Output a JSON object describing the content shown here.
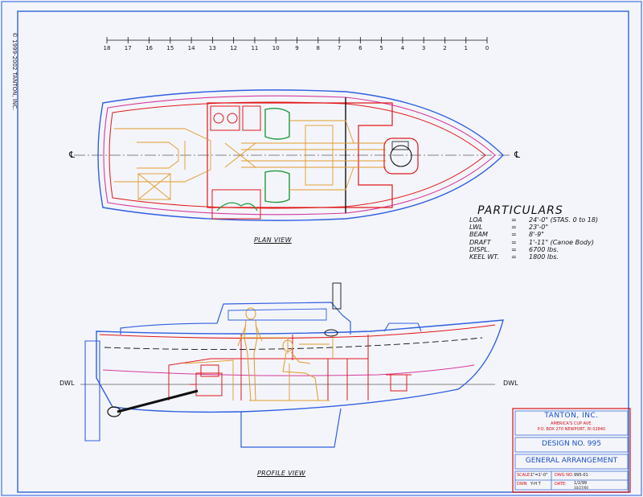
{
  "copyright": "© 1999-2002 TANTON, INC.",
  "scale_bar": {
    "stations": [
      "18",
      "17",
      "16",
      "15",
      "14",
      "13",
      "12",
      "11",
      "10",
      "9",
      "8",
      "7",
      "6",
      "5",
      "4",
      "3",
      "2",
      "1",
      "0"
    ]
  },
  "centerline_symbol": "℄",
  "dwl_label": "DWL",
  "plan_view_label": "PLAN VIEW",
  "profile_view_label": "PROFILE VIEW",
  "particulars": {
    "title": "PARTICULARS",
    "rows": [
      {
        "key": "LOA",
        "eq": "=",
        "value": "24'-0\" (STAS. 0 to 18)"
      },
      {
        "key": "LWL",
        "eq": "=",
        "value": "23'-0\""
      },
      {
        "key": "BEAM",
        "eq": "=",
        "value": "8'-9\""
      },
      {
        "key": "DRAFT",
        "eq": "=",
        "value": "1'-11\" (Canoe Body)"
      },
      {
        "key": "DISPL.",
        "eq": "=",
        "value": "6700 lbs."
      },
      {
        "key": "KEEL WT.",
        "eq": "=",
        "value": "1800 lbs."
      }
    ]
  },
  "title_block": {
    "company": "TANTON, INC.",
    "address1": "AMERICA'S CUP AVE.",
    "address2": "P.O. BOX 270 NEWPORT, RI 02840",
    "design": "DESIGN NO. 995",
    "drawing_title": "GENERAL ARRANGEMENT",
    "scale_label": "SCALE:",
    "scale_value": "1\"=1'-0\"",
    "dwn_label": "DWN",
    "dwn_value": "Y-H T",
    "dwg_no_label": "DWG NO.",
    "dwg_no_value": "995-01",
    "date_label": "DATE:",
    "date_value": "1/2/99",
    "date_value2": "10/27/00"
  },
  "colors": {
    "frame": "#3a6fd8",
    "hull_blue": "#2f5fe0",
    "sheer_red": "#e01818",
    "magenta": "#d43a9a",
    "interior_orange": "#e09a2a",
    "green": "#1f9a3a",
    "black": "#111111"
  }
}
